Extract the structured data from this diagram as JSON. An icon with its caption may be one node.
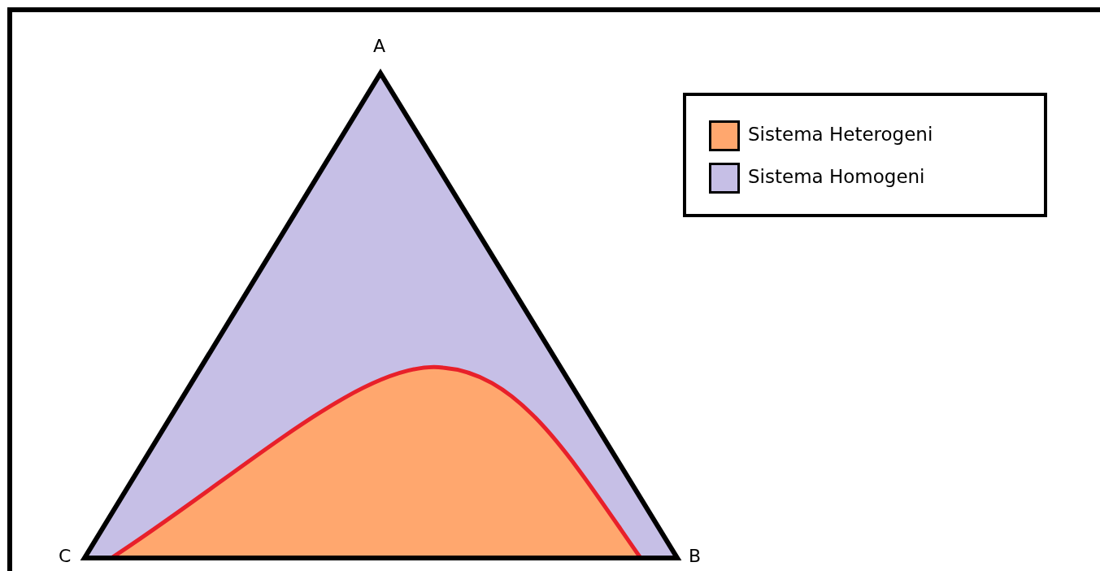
{
  "diagram": {
    "labels": [
      "A",
      "C",
      "B"
    ],
    "legend": [
      {
        "text": "Sistema Heterogeni",
        "color": "#ffa76e"
      },
      {
        "text": "Sistema Homogeni",
        "color": "#c6bfe6"
      }
    ]
  }
}
